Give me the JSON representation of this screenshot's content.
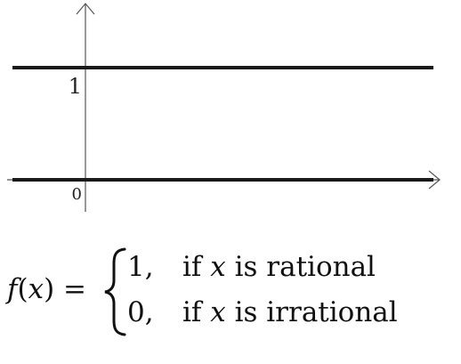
{
  "chart_data": {
    "type": "line",
    "title": "",
    "xlabel": "",
    "ylabel": "",
    "grid": false,
    "y_ticks": [
      {
        "value": 0,
        "label": "0"
      },
      {
        "value": 1,
        "label": "1"
      }
    ],
    "series": [
      {
        "y": 1
      },
      {
        "y": 0
      }
    ]
  },
  "formula": {
    "lhs": "f(x) =",
    "lhs_func": "f",
    "lhs_arg": "x",
    "cases": [
      {
        "value": "1,",
        "cond_if": "if",
        "cond_var": "x",
        "cond_rest": "is rational"
      },
      {
        "value": "0,",
        "cond_if": "if",
        "cond_var": "x",
        "cond_rest": "is irrational"
      }
    ]
  }
}
